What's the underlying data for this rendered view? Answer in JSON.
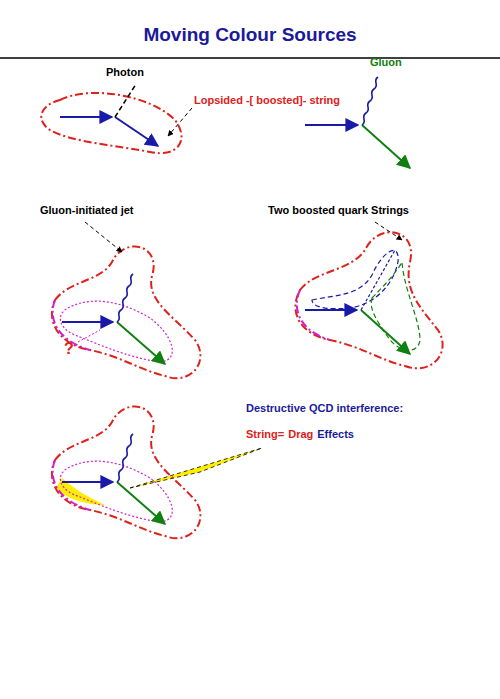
{
  "diagram": {
    "title": "Moving Colour Sources",
    "labels": [
      "Photon",
      "Lopsided -[ boosted]- string",
      "Gluon",
      "Gluon-initiated jet",
      "Two boosted quark Strings",
      "?",
      "Destructive QCD interference:",
      "String=",
      "Drag",
      "Effects"
    ]
  }
}
